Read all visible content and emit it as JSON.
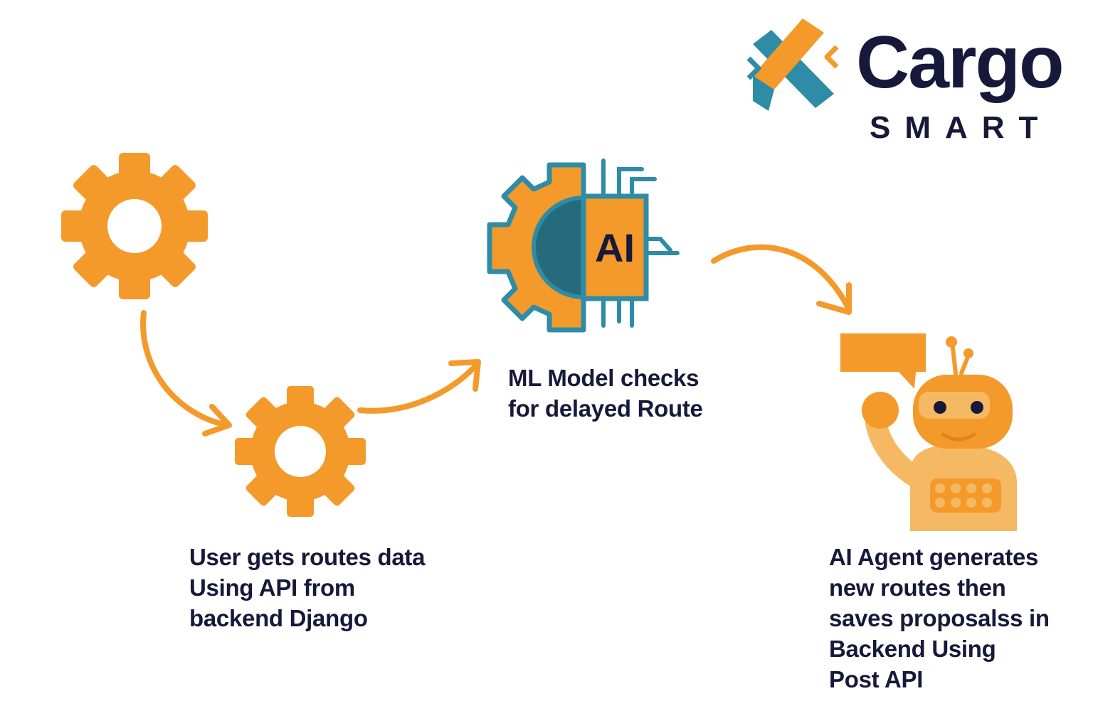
{
  "brand": {
    "name": "Cargo",
    "tagline": "SMART",
    "colors": {
      "navy": "#17193a",
      "orange": "#f39a2b",
      "teal": "#2f8ca6",
      "dark_teal": "#256b7c"
    }
  },
  "steps": [
    {
      "id": "fetch",
      "label": "User gets routes data\nUsing API from\nbackend Django",
      "icon": "gears-icon"
    },
    {
      "id": "ml",
      "label": "ML Model checks\nfor delayed Route",
      "icon": "ai-chip-gear-icon",
      "chip_text": "AI"
    },
    {
      "id": "agent",
      "label": "AI Agent generates\nnew routes then\nsaves proposalss  in\nBackend Using\nPost API",
      "icon": "robot-icon"
    }
  ]
}
